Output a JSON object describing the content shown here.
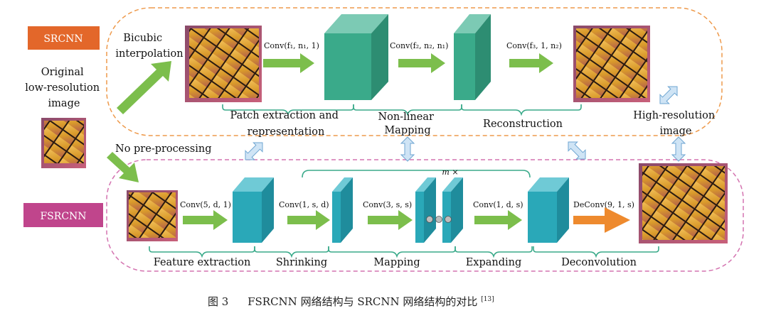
{
  "models": {
    "srcnn": {
      "name": "SRCNN",
      "color": "#e3672a"
    },
    "fsrcnn": {
      "name": "FSRCNN",
      "color": "#c0458c"
    }
  },
  "input": {
    "label_lines": [
      "Original",
      "low-resolution",
      "image"
    ],
    "bicubic_lines": [
      "Bicubic",
      "interpolation"
    ],
    "no_preprocessing": "No pre-processing"
  },
  "output": {
    "label_lines": [
      "High-resolution",
      "image"
    ]
  },
  "srcnn": {
    "layers": [
      "Conv(f₁, n₁, 1)",
      "Conv(f₂, n₂, n₁)",
      "Conv(f₃, 1, n₂)"
    ],
    "stages": {
      "patch": [
        "Patch extraction and",
        "representation"
      ],
      "mapping": [
        "Non-linear",
        "Mapping"
      ],
      "reconstruction": "Reconstruction"
    }
  },
  "fsrcnn": {
    "layers": [
      "Conv(5, d, 1)",
      "Conv(1, s, d)",
      "Conv(3, s, s)",
      "Conv(1, d, s)",
      "DeConv(9, 1, s)"
    ],
    "repeat": "m ×",
    "stages": [
      "Feature extraction",
      "Shrinking",
      "Mapping",
      "Expanding",
      "Deconvolution"
    ]
  },
  "caption": {
    "figure": "图 3",
    "text": "FSRCNN 网络结构与 SRCNN 网络结构的对比",
    "ref": "[13]"
  },
  "colors": {
    "srcnn_block": "#3aaa8a",
    "fsrcnn_block": "#2aa8b8",
    "green_arrow": "#7cbe4c",
    "orange_arrow": "#ee8a2e",
    "link_arrow": "#9cc8e8"
  }
}
